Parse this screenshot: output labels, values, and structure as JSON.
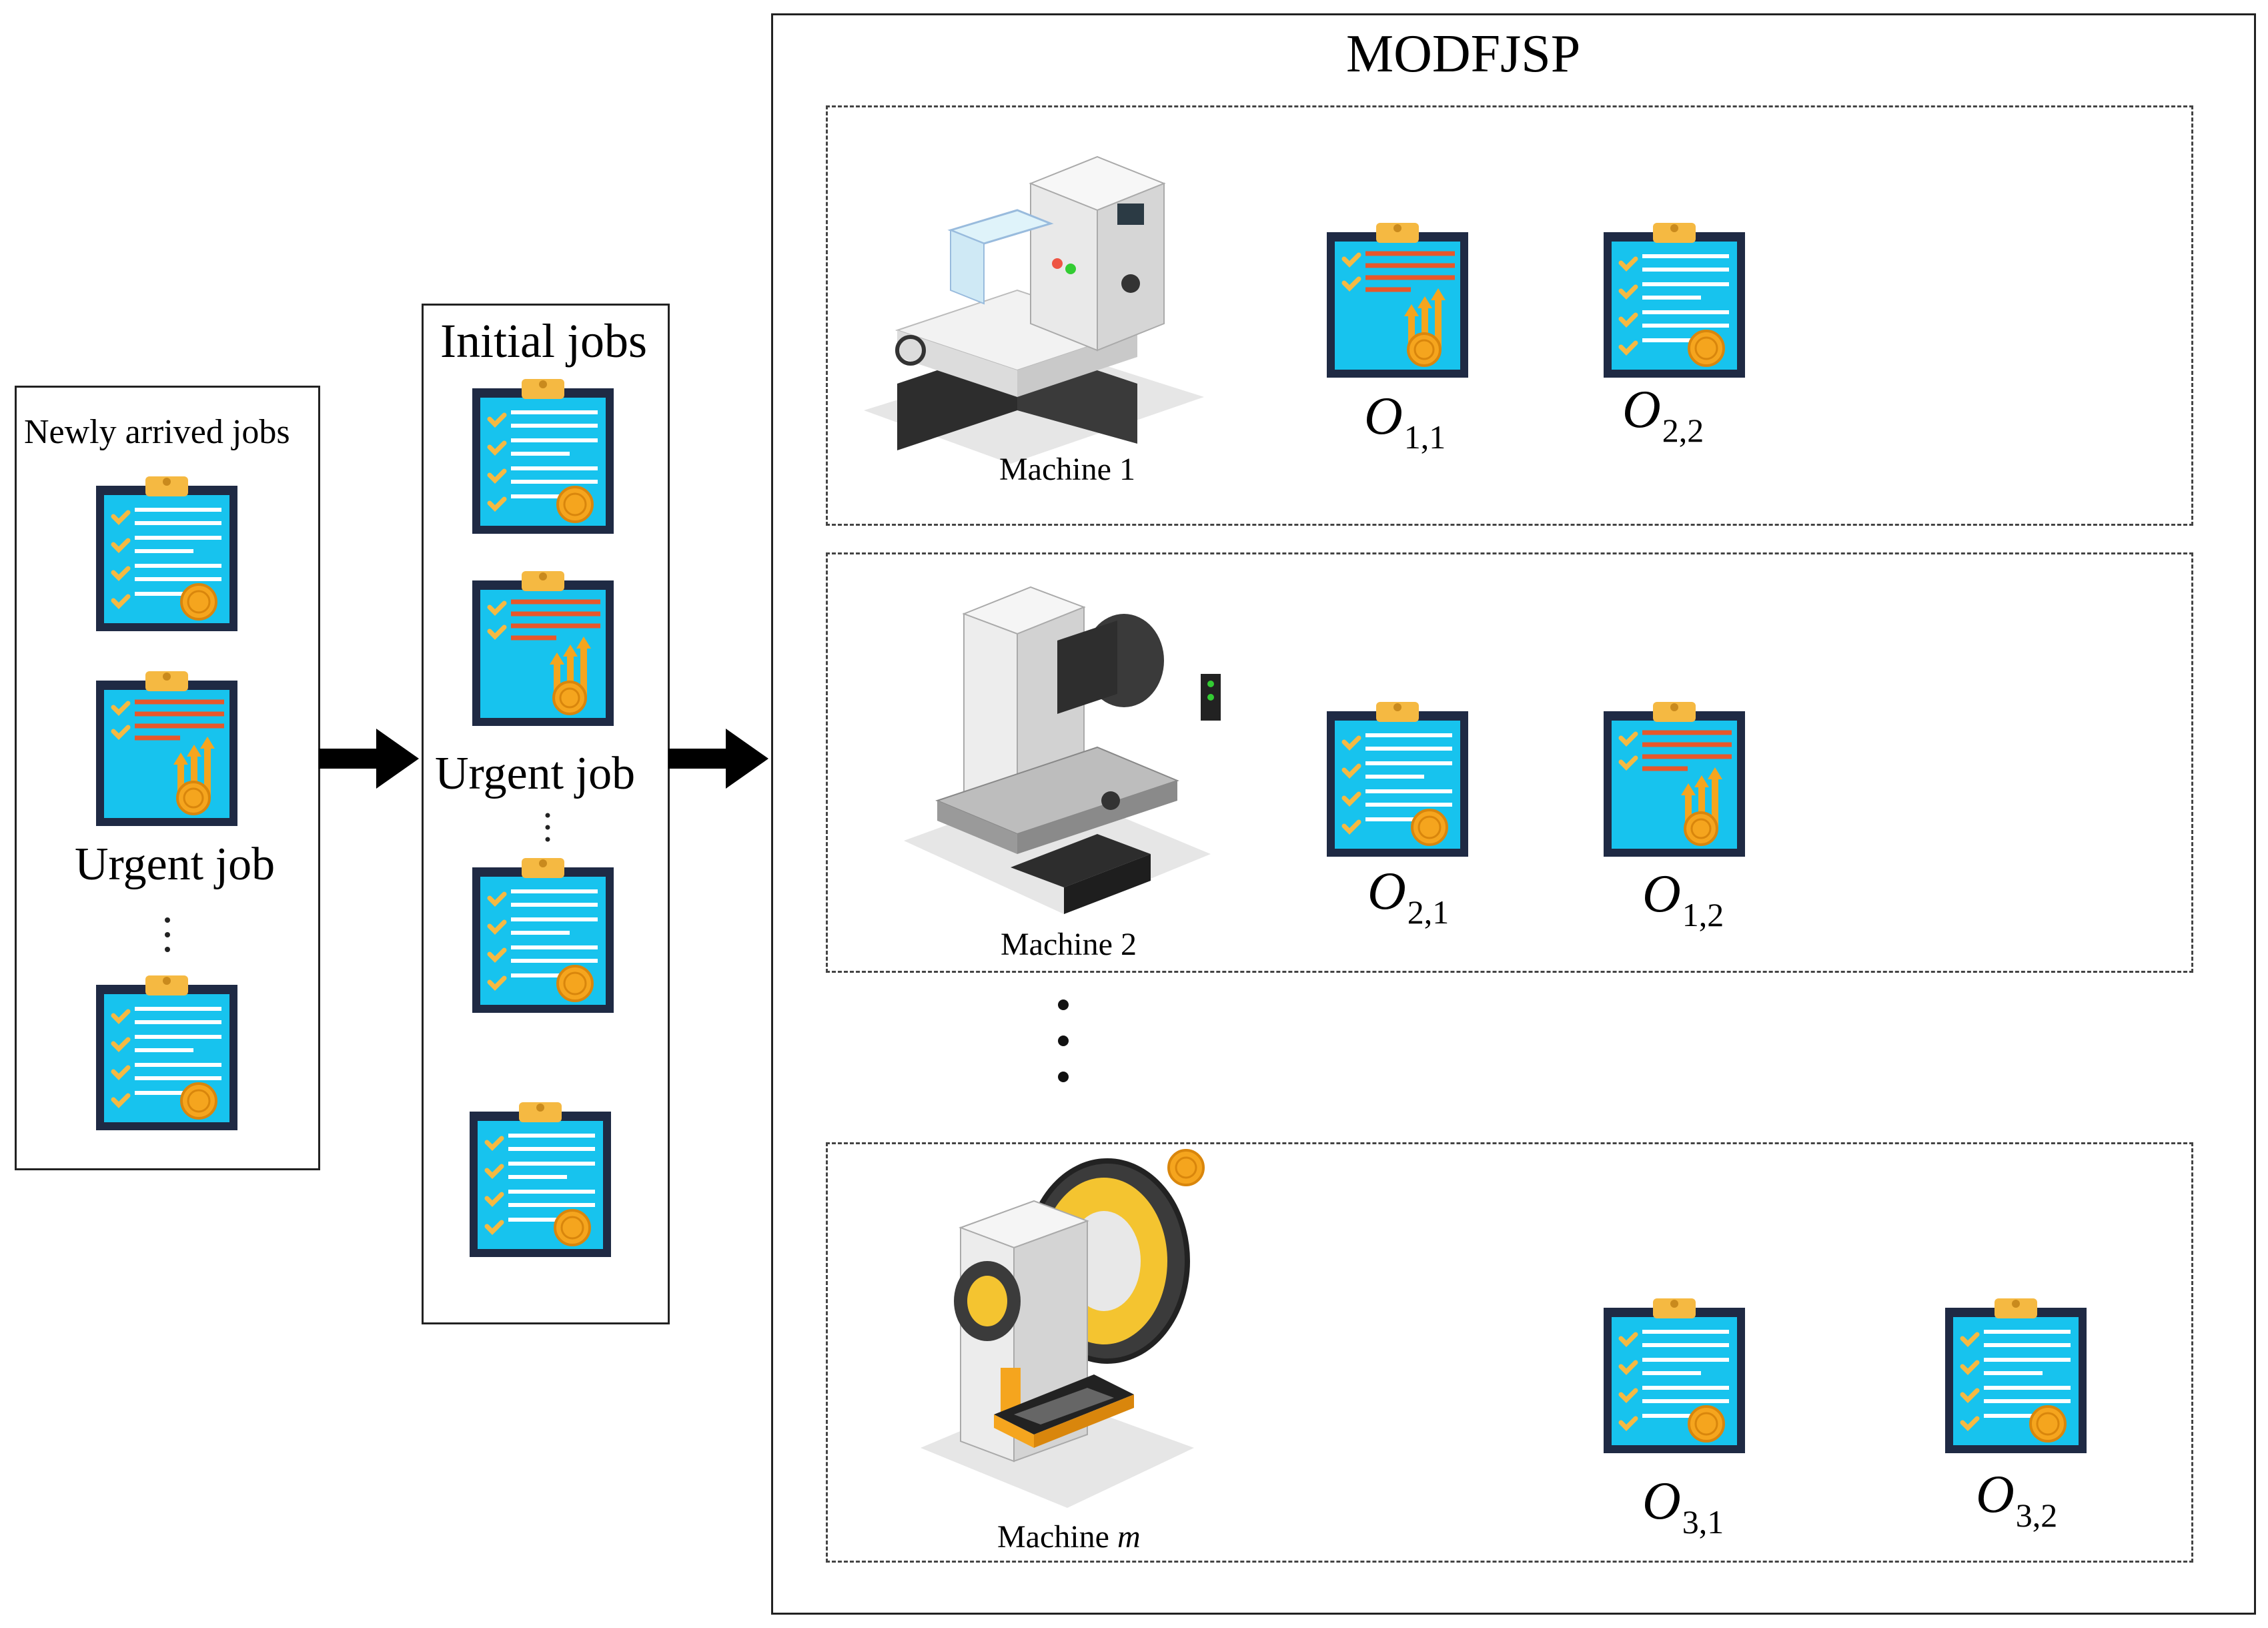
{
  "title": "MODFJSP",
  "newly_arrived": {
    "heading": "Newly arrived jobs",
    "urgent_label": "Urgent job"
  },
  "initial": {
    "heading": "Initial jobs",
    "urgent_label": "Urgent job"
  },
  "machines": [
    {
      "label_prefix": "Machine",
      "label_suffix": "1",
      "ops": [
        {
          "symbol": "O",
          "sub": "1,1"
        },
        {
          "symbol": "O",
          "sub": "2,2"
        }
      ]
    },
    {
      "label_prefix": "Machine",
      "label_suffix": "2",
      "ops": [
        {
          "symbol": "O",
          "sub": "2,1"
        },
        {
          "symbol": "O",
          "sub": "1,2"
        }
      ]
    },
    {
      "label_prefix": "Machine",
      "label_suffix": "m",
      "ops": [
        {
          "symbol": "O",
          "sub": "3,1"
        },
        {
          "symbol": "O",
          "sub": "3,2"
        }
      ]
    }
  ],
  "colors": {
    "clipboard_frame": "#1f2a44",
    "clipboard_paper": "#17c3ee",
    "clip_top": "#f5b942",
    "check": "#f5b942",
    "urgent_line": "#e8572a",
    "coin": "#f5a51e"
  },
  "icons": [
    "normal-job-clipboard-icon",
    "urgent-job-clipboard-icon",
    "lathe-machine-icon",
    "milling-machine-icon",
    "press-machine-icon",
    "coin-icon",
    "right-arrow-icon"
  ]
}
